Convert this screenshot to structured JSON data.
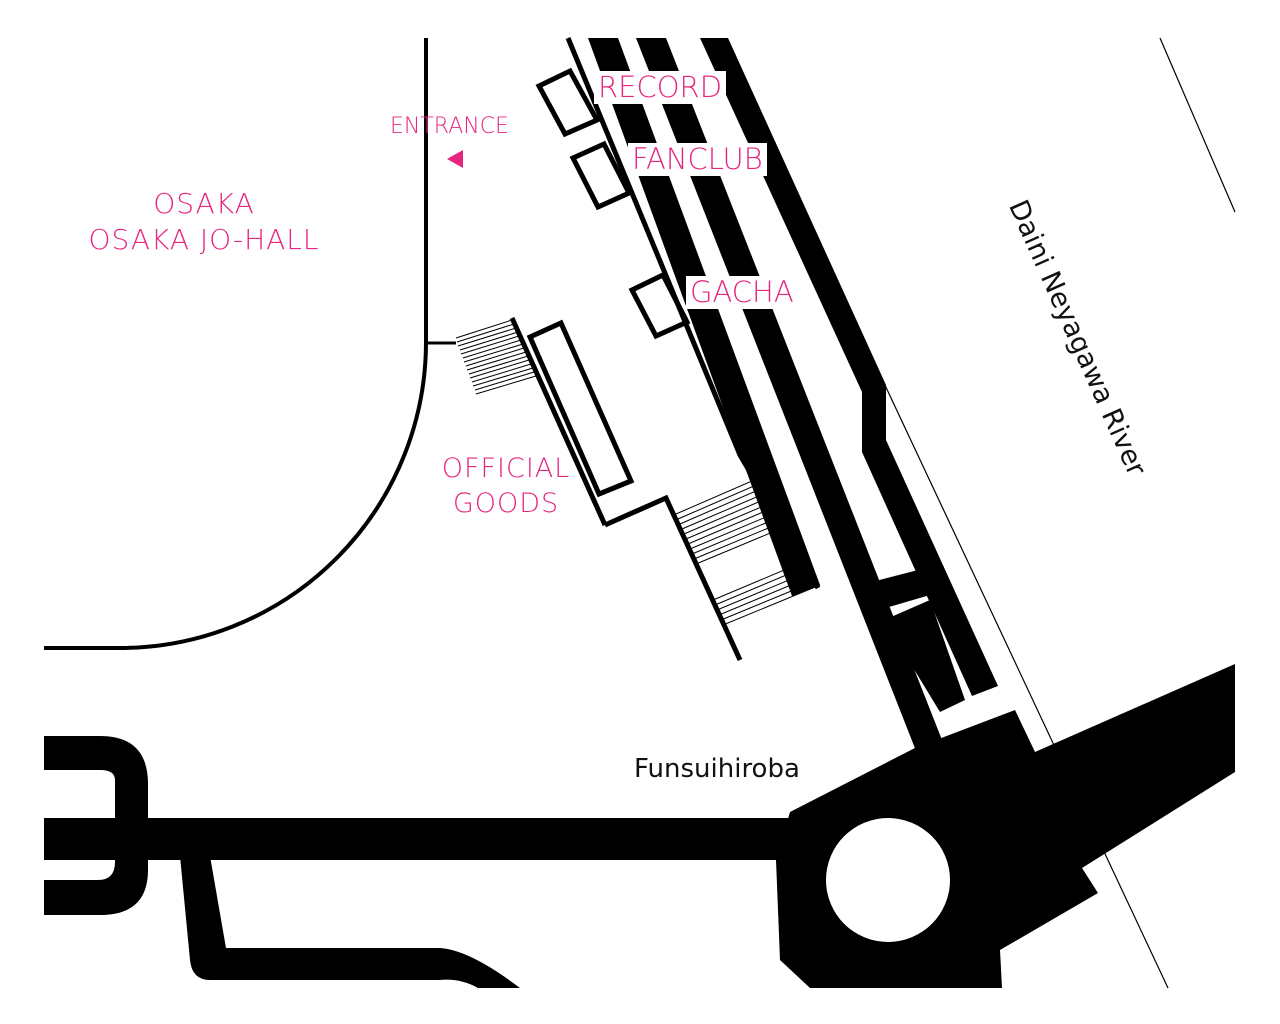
{
  "colors": {
    "accent": "#e6257f",
    "ink": "#000000",
    "background": "#ffffff",
    "label": "#111111"
  },
  "venue": {
    "line1": "OSAKA",
    "line2": "OSAKA JO-HALL"
  },
  "entrance": {
    "label": "ENTRANCE",
    "icon": "left-triangle-arrow-icon"
  },
  "booths": {
    "record": "RECORD",
    "fanclub": "FANCLUB",
    "gacha": "GACHA",
    "official_goods_line1": "OFFICIAL",
    "official_goods_line2": "GOODS"
  },
  "places": {
    "plaza": "Funsuihiroba",
    "river": "Daini Neyagawa River"
  }
}
